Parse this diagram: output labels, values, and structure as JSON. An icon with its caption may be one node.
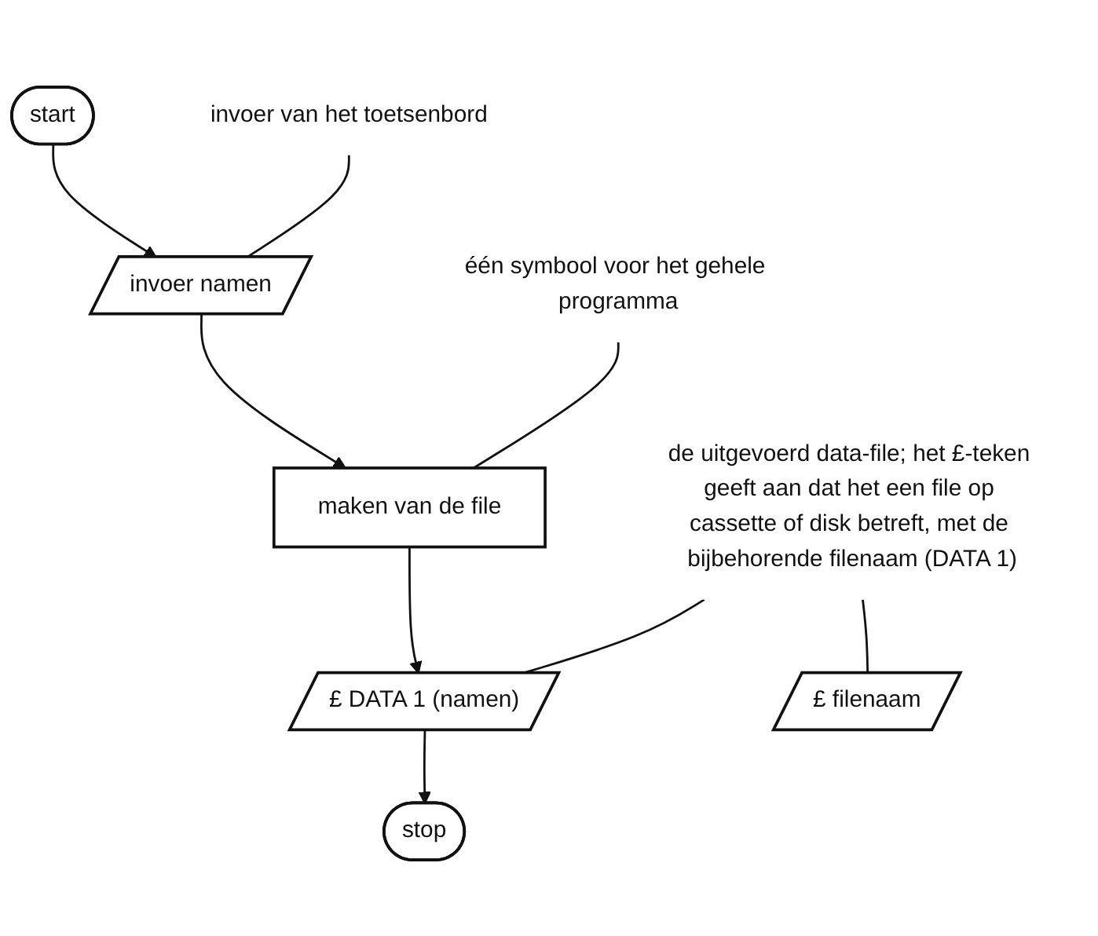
{
  "diagram": {
    "nodes": [
      {
        "text": [
          "start"
        ]
      },
      {
        "text": [
          "invoer namen"
        ]
      },
      {
        "text": [
          "invoer van het toetsenbord"
        ]
      },
      {
        "text": [
          "maken van de file"
        ]
      },
      {
        "text": [
          "één symbool voor het gehele programma"
        ]
      },
      {
        "text": [
          "de uitgevoerd data-file; het £-teken geeft aan dat het een file op cassette of disk betreft, met de bijbehorende filenaam (DATA 1)"
        ]
      },
      {
        "text": [
          "£ DATA 1 (namen)"
        ]
      },
      {
        "text": [
          "£ filenaam"
        ]
      },
      {
        "text": [
          "stop"
        ]
      }
    ],
    "edges": [
      {
        "from": 0,
        "to": 1,
        "arrow": "to"
      },
      {
        "from": 1,
        "to": 3,
        "arrow": "to"
      },
      {
        "from": 3,
        "to": 6,
        "arrow": "to"
      },
      {
        "from": 6,
        "to": 8,
        "arrow": "to"
      },
      {
        "from": 2,
        "to": 1,
        "arrow": "none"
      },
      {
        "from": 4,
        "to": 3,
        "arrow": "none"
      },
      {
        "from": 5,
        "to": 6,
        "arrow": "none"
      },
      {
        "from": 5,
        "to": 7,
        "arrow": "none"
      }
    ]
  }
}
